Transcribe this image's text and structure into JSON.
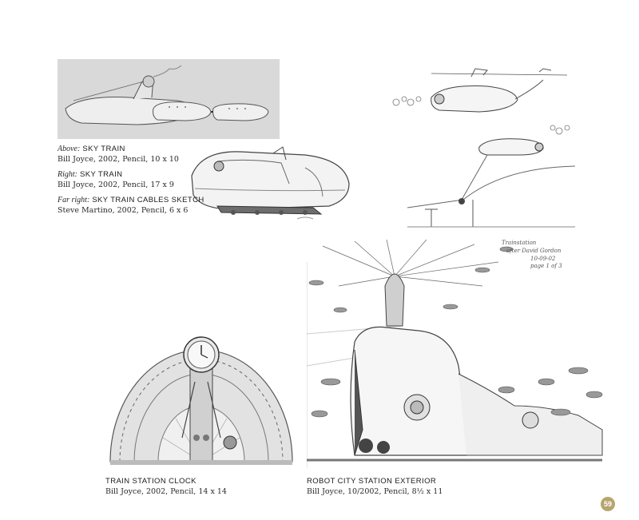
{
  "captions": {
    "sky_train_above_lead": "Above:",
    "sky_train_above_title": "SKY TRAIN",
    "sky_train_above_credit": "Bill Joyce, 2002, Pencil, 10 x 10",
    "sky_train_right_lead": "Right:",
    "sky_train_right_title": "SKY TRAIN",
    "sky_train_right_credit": "Bill Joyce, 2002, Pencil, 17 x 9",
    "cables_lead": "Far right:",
    "cables_title": "SKY TRAIN CABLES SKETCH",
    "cables_credit": "Steve Martino, 2002, Pencil, 6 x 6",
    "clock_title": "TRAIN STATION CLOCK",
    "clock_credit": "Bill Joyce, 2002, Pencil, 14 x 14",
    "robot_title": "ROBOT CITY STATION EXTERIOR",
    "robot_credit": "Bill Joyce, 10/2002, Pencil, 8½ x 11"
  },
  "handwriting": {
    "station_note_1": "Trainstation",
    "station_note_2": "after David Gordon",
    "station_note_3": "10-09-02",
    "station_note_4": "page 1 of 3"
  },
  "page_number": "59"
}
